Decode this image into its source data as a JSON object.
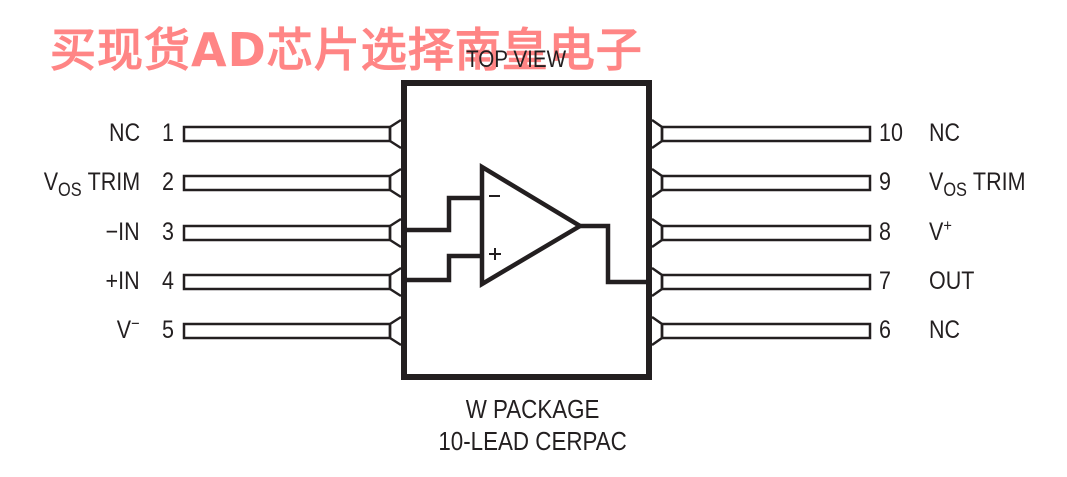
{
  "watermark": "买现货AD芯片选择南皇电子",
  "diagram": {
    "top_label": "TOP VIEW",
    "package_name": "W PACKAGE",
    "package_type": "10-LEAD CERPAC",
    "colors": {
      "ink": "#231f20",
      "watermark": "#ff7b7b"
    },
    "left_pins": [
      {
        "number": "1",
        "name": "NC",
        "name_main": "NC",
        "name_sub": "",
        "name_sup": "",
        "name_tail": ""
      },
      {
        "number": "2",
        "name": "VOS TRIM",
        "name_main": "V",
        "name_sub": "OS",
        "name_sup": "",
        "name_tail": " TRIM"
      },
      {
        "number": "3",
        "name": "−IN",
        "name_main": "−IN",
        "name_sub": "",
        "name_sup": "",
        "name_tail": ""
      },
      {
        "number": "4",
        "name": "+IN",
        "name_main": "+IN",
        "name_sub": "",
        "name_sup": "",
        "name_tail": ""
      },
      {
        "number": "5",
        "name": "V−",
        "name_main": "V",
        "name_sub": "",
        "name_sup": "−",
        "name_tail": ""
      }
    ],
    "right_pins": [
      {
        "number": "10",
        "name": "NC",
        "name_main": "NC",
        "name_sub": "",
        "name_sup": "",
        "name_tail": ""
      },
      {
        "number": "9",
        "name": "VOS TRIM",
        "name_main": "V",
        "name_sub": "OS",
        "name_sup": "",
        "name_tail": " TRIM"
      },
      {
        "number": "8",
        "name": "V+",
        "name_main": "V",
        "name_sub": "",
        "name_sup": "+",
        "name_tail": ""
      },
      {
        "number": "7",
        "name": "OUT",
        "name_main": "OUT",
        "name_sub": "",
        "name_sup": "",
        "name_tail": ""
      },
      {
        "number": "6",
        "name": "NC",
        "name_main": "NC",
        "name_sub": "",
        "name_sup": "",
        "name_tail": ""
      }
    ],
    "opamp": {
      "inverting_symbol": "−",
      "noninverting_symbol": "+",
      "inverting_input_pin": "3",
      "noninverting_input_pin": "4",
      "output_pin": "7"
    }
  }
}
